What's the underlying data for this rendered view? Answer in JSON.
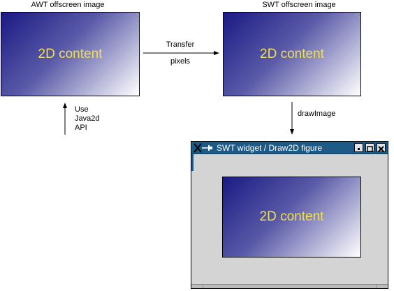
{
  "awt": {
    "caption": "AWT offscreen image",
    "content": "2D content"
  },
  "swt": {
    "caption": "SWT offscreen image",
    "content": "2D content"
  },
  "transfer": {
    "top_label": "Transfer",
    "bottom_label": "pixels"
  },
  "java2d": {
    "line1": "Use",
    "line2": "Java2d",
    "line3": "API"
  },
  "draw_image": {
    "label": "drawImage"
  },
  "window": {
    "title": "SWT widget / Draw2D figure",
    "content": "2D content",
    "title_bar_color": "#1d5a86"
  },
  "colors": {
    "gradient_dark": "#1a1a84",
    "gradient_light": "#ffffff",
    "content_text": "#f0e050"
  },
  "icons": {
    "window_icon": "x-pin-icon",
    "minimize": "minimize-icon",
    "maximize": "maximize-icon",
    "close": "close-icon"
  }
}
